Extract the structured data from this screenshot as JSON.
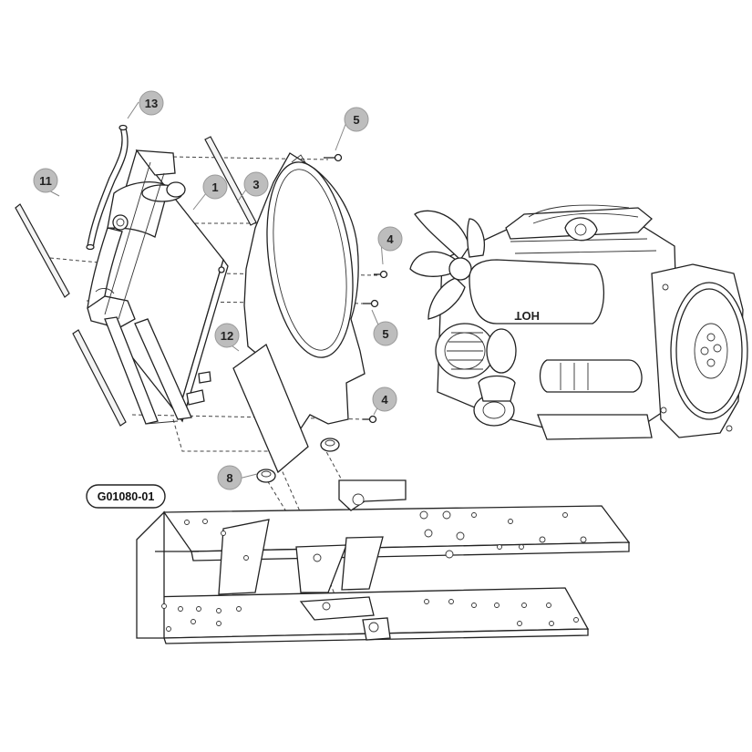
{
  "figure_code": "G01080-01",
  "callouts": [
    {
      "id": "callout-13",
      "label": "13",
      "part": "hose"
    },
    {
      "id": "callout-5a",
      "label": "5",
      "part": "bolt"
    },
    {
      "id": "callout-11",
      "label": "11",
      "part": "rod"
    },
    {
      "id": "callout-1",
      "label": "1",
      "part": "radiator"
    },
    {
      "id": "callout-3",
      "label": "3",
      "part": "rod"
    },
    {
      "id": "callout-4a",
      "label": "4",
      "part": "bolt"
    },
    {
      "id": "callout-5b",
      "label": "5",
      "part": "bolt"
    },
    {
      "id": "callout-12",
      "label": "12",
      "part": "guard-plate"
    },
    {
      "id": "callout-4b",
      "label": "4",
      "part": "bolt"
    },
    {
      "id": "callout-8",
      "label": "8",
      "part": "rubber-mount"
    }
  ],
  "engine_cover_text": "HOT",
  "colors": {
    "callout_fill": "#bdbdbd",
    "line": "#222222",
    "background": "#ffffff"
  }
}
